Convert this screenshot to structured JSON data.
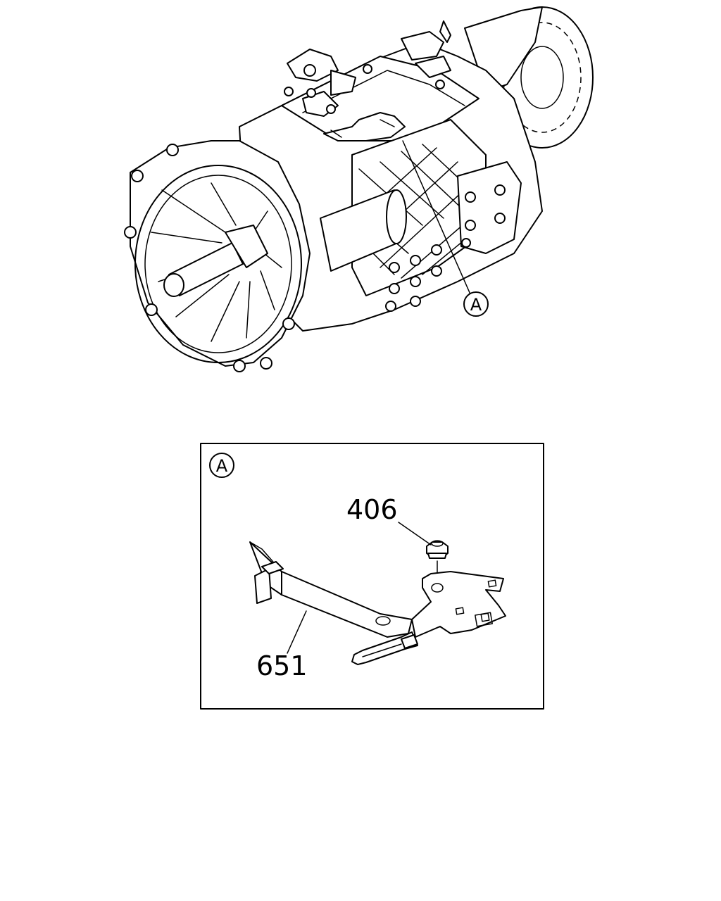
{
  "callouts": {
    "overview_ref": "A",
    "detail_ref": "A",
    "part_nut": "406",
    "part_bracket": "651"
  }
}
